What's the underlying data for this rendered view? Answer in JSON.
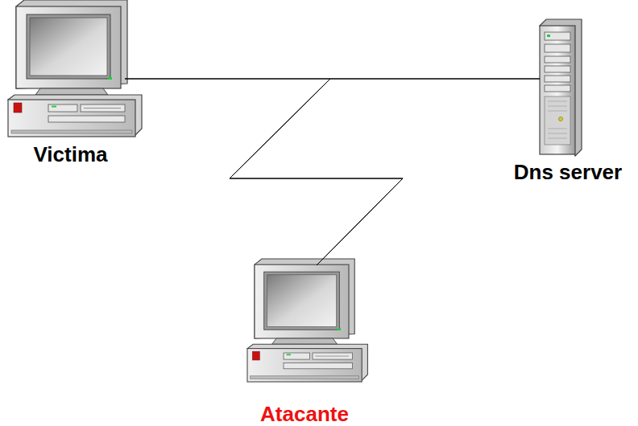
{
  "diagram": {
    "nodes": [
      {
        "text": [
          "Victima"
        ]
      },
      {
        "text": [
          "Dns server"
        ]
      },
      {
        "text": [
          "Atacante"
        ]
      }
    ],
    "edges": [
      {
        "from": 0,
        "to": 1,
        "arrow": "none"
      },
      {
        "from": 2,
        "to": 0,
        "arrow": "none"
      },
      {
        "from": 2,
        "to": 1,
        "arrow": "none"
      }
    ]
  }
}
